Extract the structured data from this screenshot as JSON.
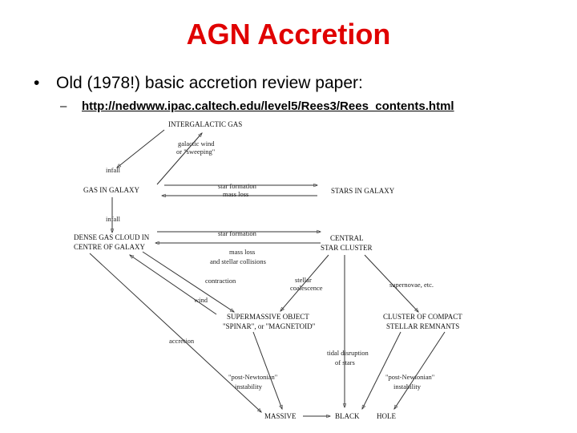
{
  "slide": {
    "title": "AGN Accretion",
    "bullet": "Old (1978!) basic accretion review paper:",
    "bullet_marker": "•",
    "sub_marker": "–",
    "link": "http://nedwww.ipac.caltech.edu/level5/Rees3/Rees_contents.html"
  },
  "diagram": {
    "nodes": {
      "intergalactic_gas": "INTERGALACTIC GAS",
      "gas_in_galaxy": "GAS IN GALAXY",
      "stars_in_galaxy": "STARS IN GALAXY",
      "dense_gas_cloud_1": "DENSE GAS CLOUD IN",
      "dense_gas_cloud_2": "CENTRE OF GALAXY",
      "central_star_cluster_1": "CENTRAL",
      "central_star_cluster_2": "STAR CLUSTER",
      "supermassive_object_1": "SUPERMASSIVE OBJECT",
      "supermassive_object_2": "\"SPINAR\", or \"MAGNETOID\"",
      "compact_remnants_1": "CLUSTER OF COMPACT",
      "compact_remnants_2": "STELLAR REMNANTS",
      "massive": "MASSIVE",
      "black": "BLACK",
      "hole": "HOLE"
    },
    "labels": {
      "galactic_wind_1": "galactic wind",
      "galactic_wind_2": "or \"sweeping\"",
      "infall_top": "infall",
      "star_formation_top": "star formation",
      "mass_loss_top": "mass loss",
      "infall_mid": "infall",
      "star_formation_mid": "star formation",
      "mass_loss_mid": "mass loss",
      "stellar_collisions": "and stellar collisions",
      "contraction": "contraction",
      "stellar_1": "stellar",
      "stellar_2": "coalescence",
      "supernovae": "supernovae, etc.",
      "wind": "wind",
      "accretion": "accretion",
      "tidal_1": "tidal disruption",
      "tidal_2": "of stars",
      "post_newtonian_left_1": "\"post-Newtonian\"",
      "post_newtonian_left_2": "instability",
      "post_newtonian_right_1": "\"post-Newtonian\"",
      "post_newtonian_right_2": "instability"
    }
  }
}
